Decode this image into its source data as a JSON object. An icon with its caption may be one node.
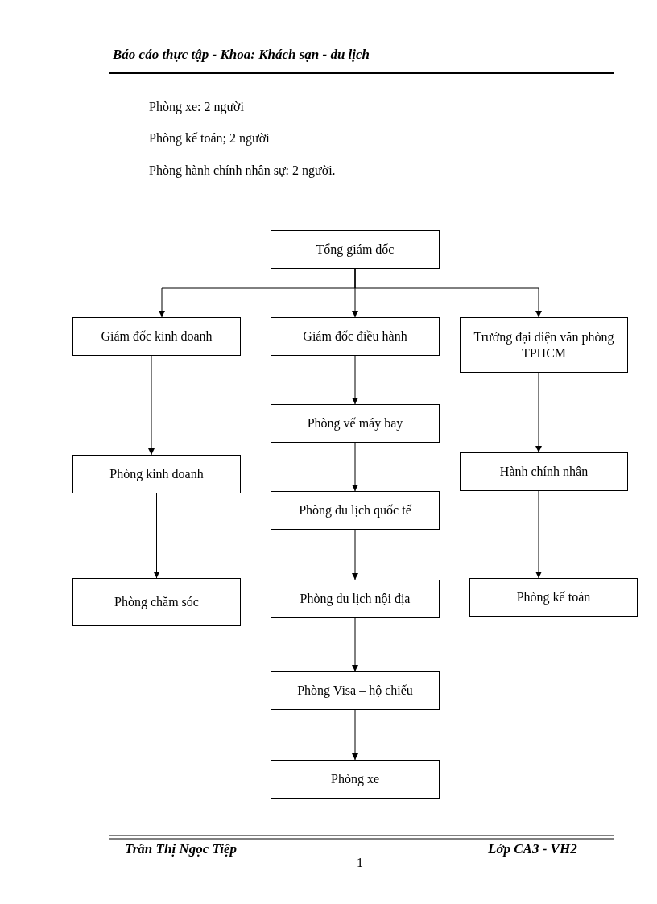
{
  "diagram": {
    "nodes": [
      {
        "text": [
          "Tổng giám đốc"
        ]
      },
      {
        "text": [
          "Giám đốc kinh doanh"
        ]
      },
      {
        "text": [
          "Giám đốc điều hành"
        ]
      },
      {
        "text": [
          "Trưởng đại diện văn phòng TPHCM"
        ]
      },
      {
        "text": [
          "Phòng vế máy bay"
        ]
      },
      {
        "text": [
          "Phòng kinh doanh"
        ]
      },
      {
        "text": [
          "Hành chính nhân"
        ]
      },
      {
        "text": [
          "Phòng du lịch quốc tế"
        ]
      },
      {
        "text": [
          "Phòng chăm sóc"
        ]
      },
      {
        "text": [
          "Phòng du lịch nội địa"
        ]
      },
      {
        "text": [
          "Phòng kế toán"
        ]
      },
      {
        "text": [
          "Phòng Visa – hộ chiếu"
        ]
      },
      {
        "text": [
          "Phòng xe"
        ]
      }
    ],
    "edges": [
      {
        "from": 0,
        "to": 1,
        "arrow": "to"
      },
      {
        "from": 0,
        "to": 2,
        "arrow": "to"
      },
      {
        "from": 0,
        "to": 3,
        "arrow": "to"
      },
      {
        "from": 1,
        "to": 5,
        "arrow": "to"
      },
      {
        "from": 5,
        "to": 8,
        "arrow": "to"
      },
      {
        "from": 2,
        "to": 4,
        "arrow": "to"
      },
      {
        "from": 4,
        "to": 7,
        "arrow": "to"
      },
      {
        "from": 7,
        "to": 9,
        "arrow": "to"
      },
      {
        "from": 9,
        "to": 11,
        "arrow": "to"
      },
      {
        "from": 11,
        "to": 12,
        "arrow": "to"
      },
      {
        "from": 3,
        "to": 6,
        "arrow": "to"
      },
      {
        "from": 6,
        "to": 10,
        "arrow": "to"
      }
    ],
    "labels": [
      "Báo cáo thực tập - Khoa: Khách sạn - du lịch",
      "Phòng xe: 2 người",
      "Phòng kế toán; 2 người",
      "Phòng hành chính nhân sự: 2 người.",
      "Trần Thị Ngọc Tiệp",
      "Lớp CA3 - VH2",
      "1"
    ]
  }
}
